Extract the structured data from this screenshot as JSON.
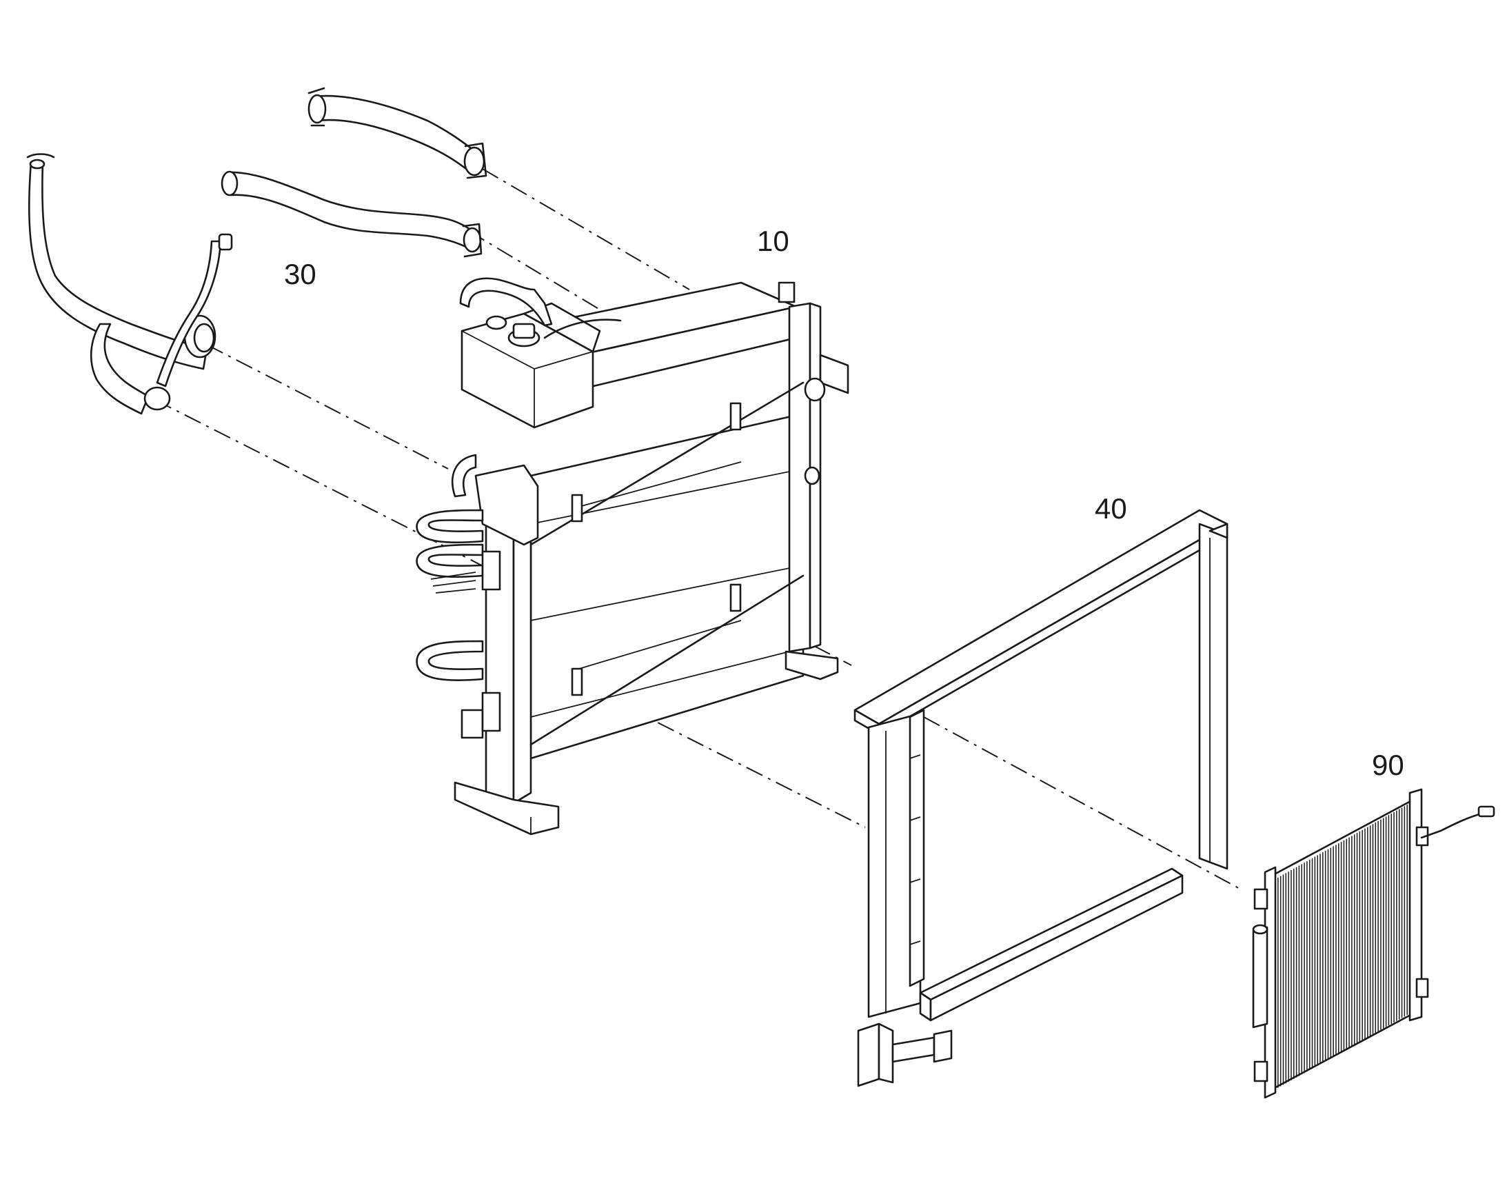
{
  "callouts": {
    "c10": "10",
    "c30": "30",
    "c40": "40",
    "c90": "90"
  },
  "colors": {
    "line": "#1a1a1a",
    "background": "#ffffff"
  }
}
